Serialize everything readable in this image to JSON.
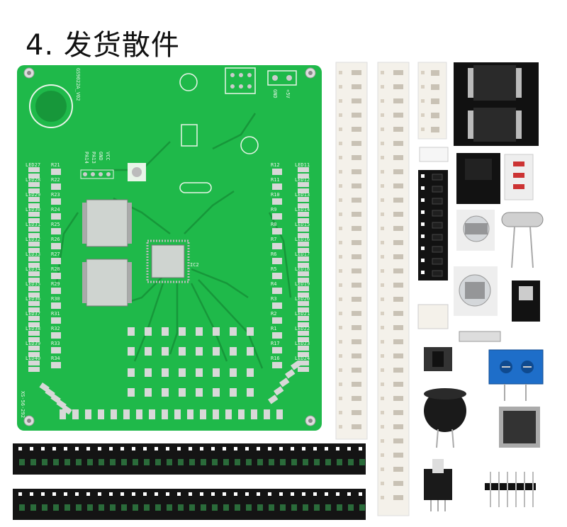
{
  "title": "4. 发货散件",
  "pcb": {
    "code": "GS9022A_V02",
    "model": "XS-56-292",
    "header_labels": [
      "VCC",
      "GND",
      "PA13",
      "PA14"
    ],
    "ic_label": "IC2",
    "terminal_labels": [
      "GND",
      "+5V"
    ],
    "led_left": [
      "LED27",
      "LED28",
      "LED29",
      "LED30",
      "LED31",
      "LED32",
      "LED33",
      "LED34",
      "LED35",
      "LED36",
      "LED37",
      "LED38",
      "LED39",
      "LED40"
    ],
    "led_right": [
      "LED11",
      "LED12",
      "LED13",
      "LED14",
      "LED15",
      "LED16",
      "LED17",
      "LED18",
      "LED19",
      "LED20",
      "LED21",
      "LED22",
      "LED23",
      "LED24"
    ],
    "res_left": [
      "R21",
      "R22",
      "R23",
      "R24",
      "R25",
      "R26",
      "R27",
      "R28",
      "R29",
      "R30",
      "R31",
      "R32",
      "R33",
      "R34"
    ],
    "res_right": [
      "R12",
      "R11",
      "R10",
      "R9",
      "R8",
      "R7",
      "R6",
      "R5",
      "R4",
      "R3",
      "R2",
      "R1",
      "R17",
      "R16"
    ]
  },
  "colors": {
    "pcb": "#1fb94a",
    "pcb_dark": "#17973a",
    "pad": "#c8c8c8",
    "tape": "#f4f1ea",
    "strip": "#141414"
  },
  "icons": [
    "pcb-board",
    "tape-strip",
    "ic-chip",
    "crystal",
    "capacitor",
    "buzzer",
    "switch",
    "terminal-block",
    "pin-header",
    "led-strip"
  ]
}
